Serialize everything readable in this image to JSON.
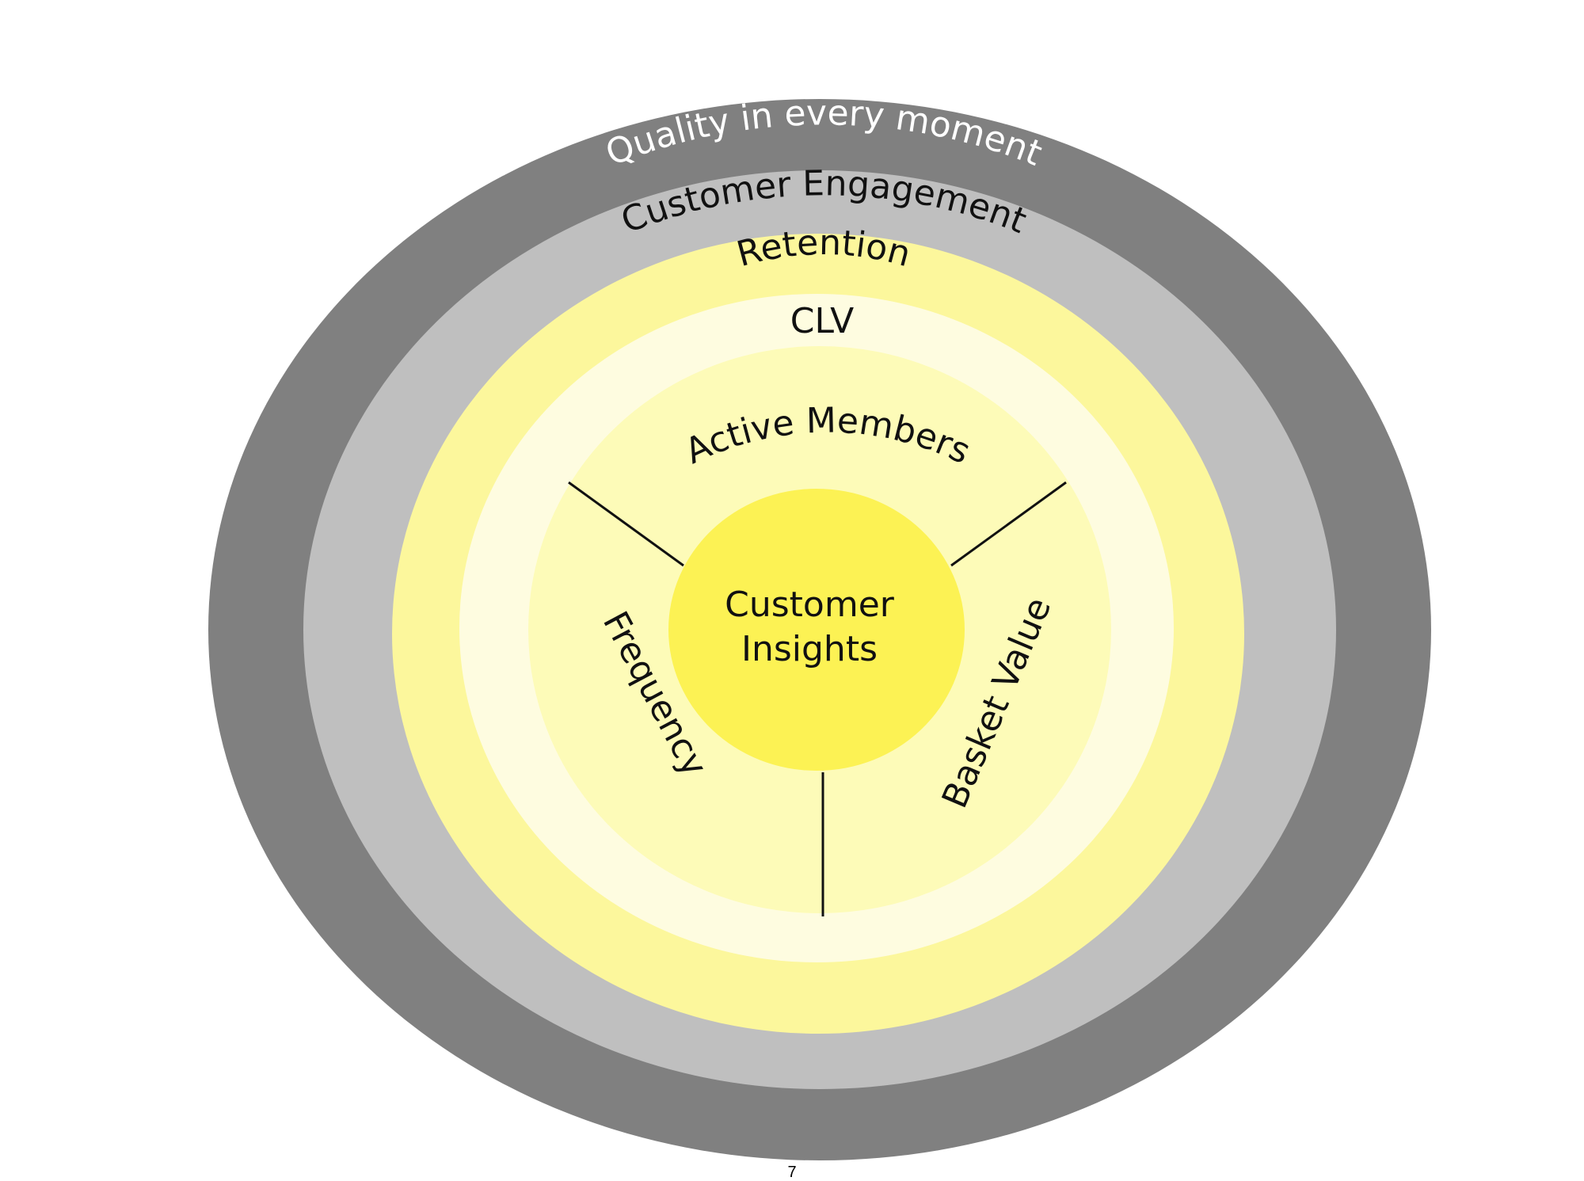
{
  "rings": {
    "quality": {
      "label": "Quality in every moment",
      "color": "#808080",
      "text_color": "#ffffff"
    },
    "engagement": {
      "label": "Customer Engagement",
      "color": "#bfbfbf",
      "text_color": "#111111"
    },
    "retention": {
      "label": "Retention",
      "color": "#fcf79c",
      "text_color": "#111111"
    },
    "clv": {
      "label": "CLV",
      "color": "#fefce0",
      "text_color": "#111111"
    },
    "drivers": {
      "color": "#fdfbb8"
    }
  },
  "segments": {
    "active_members": "Active Members",
    "frequency": "Frequency",
    "basket_value": "Basket Value"
  },
  "center": {
    "line1": "Customer",
    "line2": "Insights",
    "color": "#fcf254"
  },
  "page_number": "7"
}
